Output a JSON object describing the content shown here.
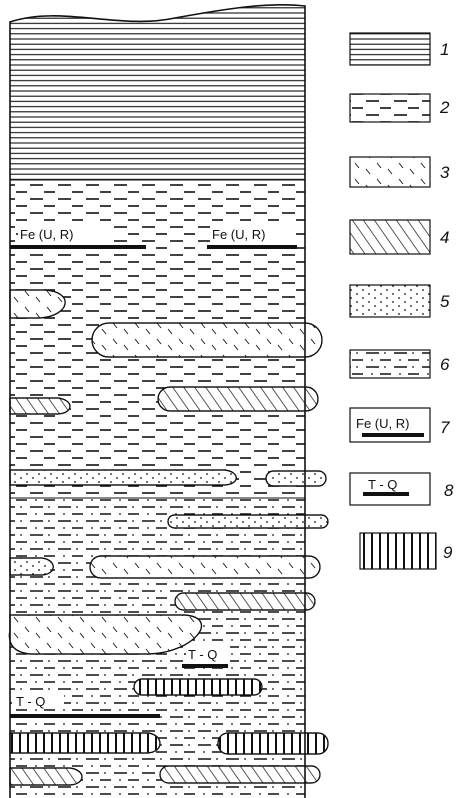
{
  "column": {
    "labels": {
      "fe_left": "Fe (U, R)",
      "fe_right": "Fe (U, R)",
      "tq_upper": "T - Q",
      "tq_lower": "T - Q"
    }
  },
  "legend": {
    "items": [
      {
        "number": "1",
        "pattern": "horizontal-lines-icon"
      },
      {
        "number": "2",
        "pattern": "long-dashes-icon"
      },
      {
        "number": "3",
        "pattern": "sparse-ticks-icon"
      },
      {
        "number": "4",
        "pattern": "diagonal-hatch-icon"
      },
      {
        "number": "5",
        "pattern": "dots-icon"
      },
      {
        "number": "6",
        "pattern": "dash-dot-icon"
      },
      {
        "number": "7",
        "pattern": "fe-marker-icon",
        "text": "Fe (U, R)"
      },
      {
        "number": "8",
        "pattern": "tq-marker-icon",
        "text": "T - Q"
      },
      {
        "number": "9",
        "pattern": "vertical-lines-icon"
      }
    ]
  }
}
